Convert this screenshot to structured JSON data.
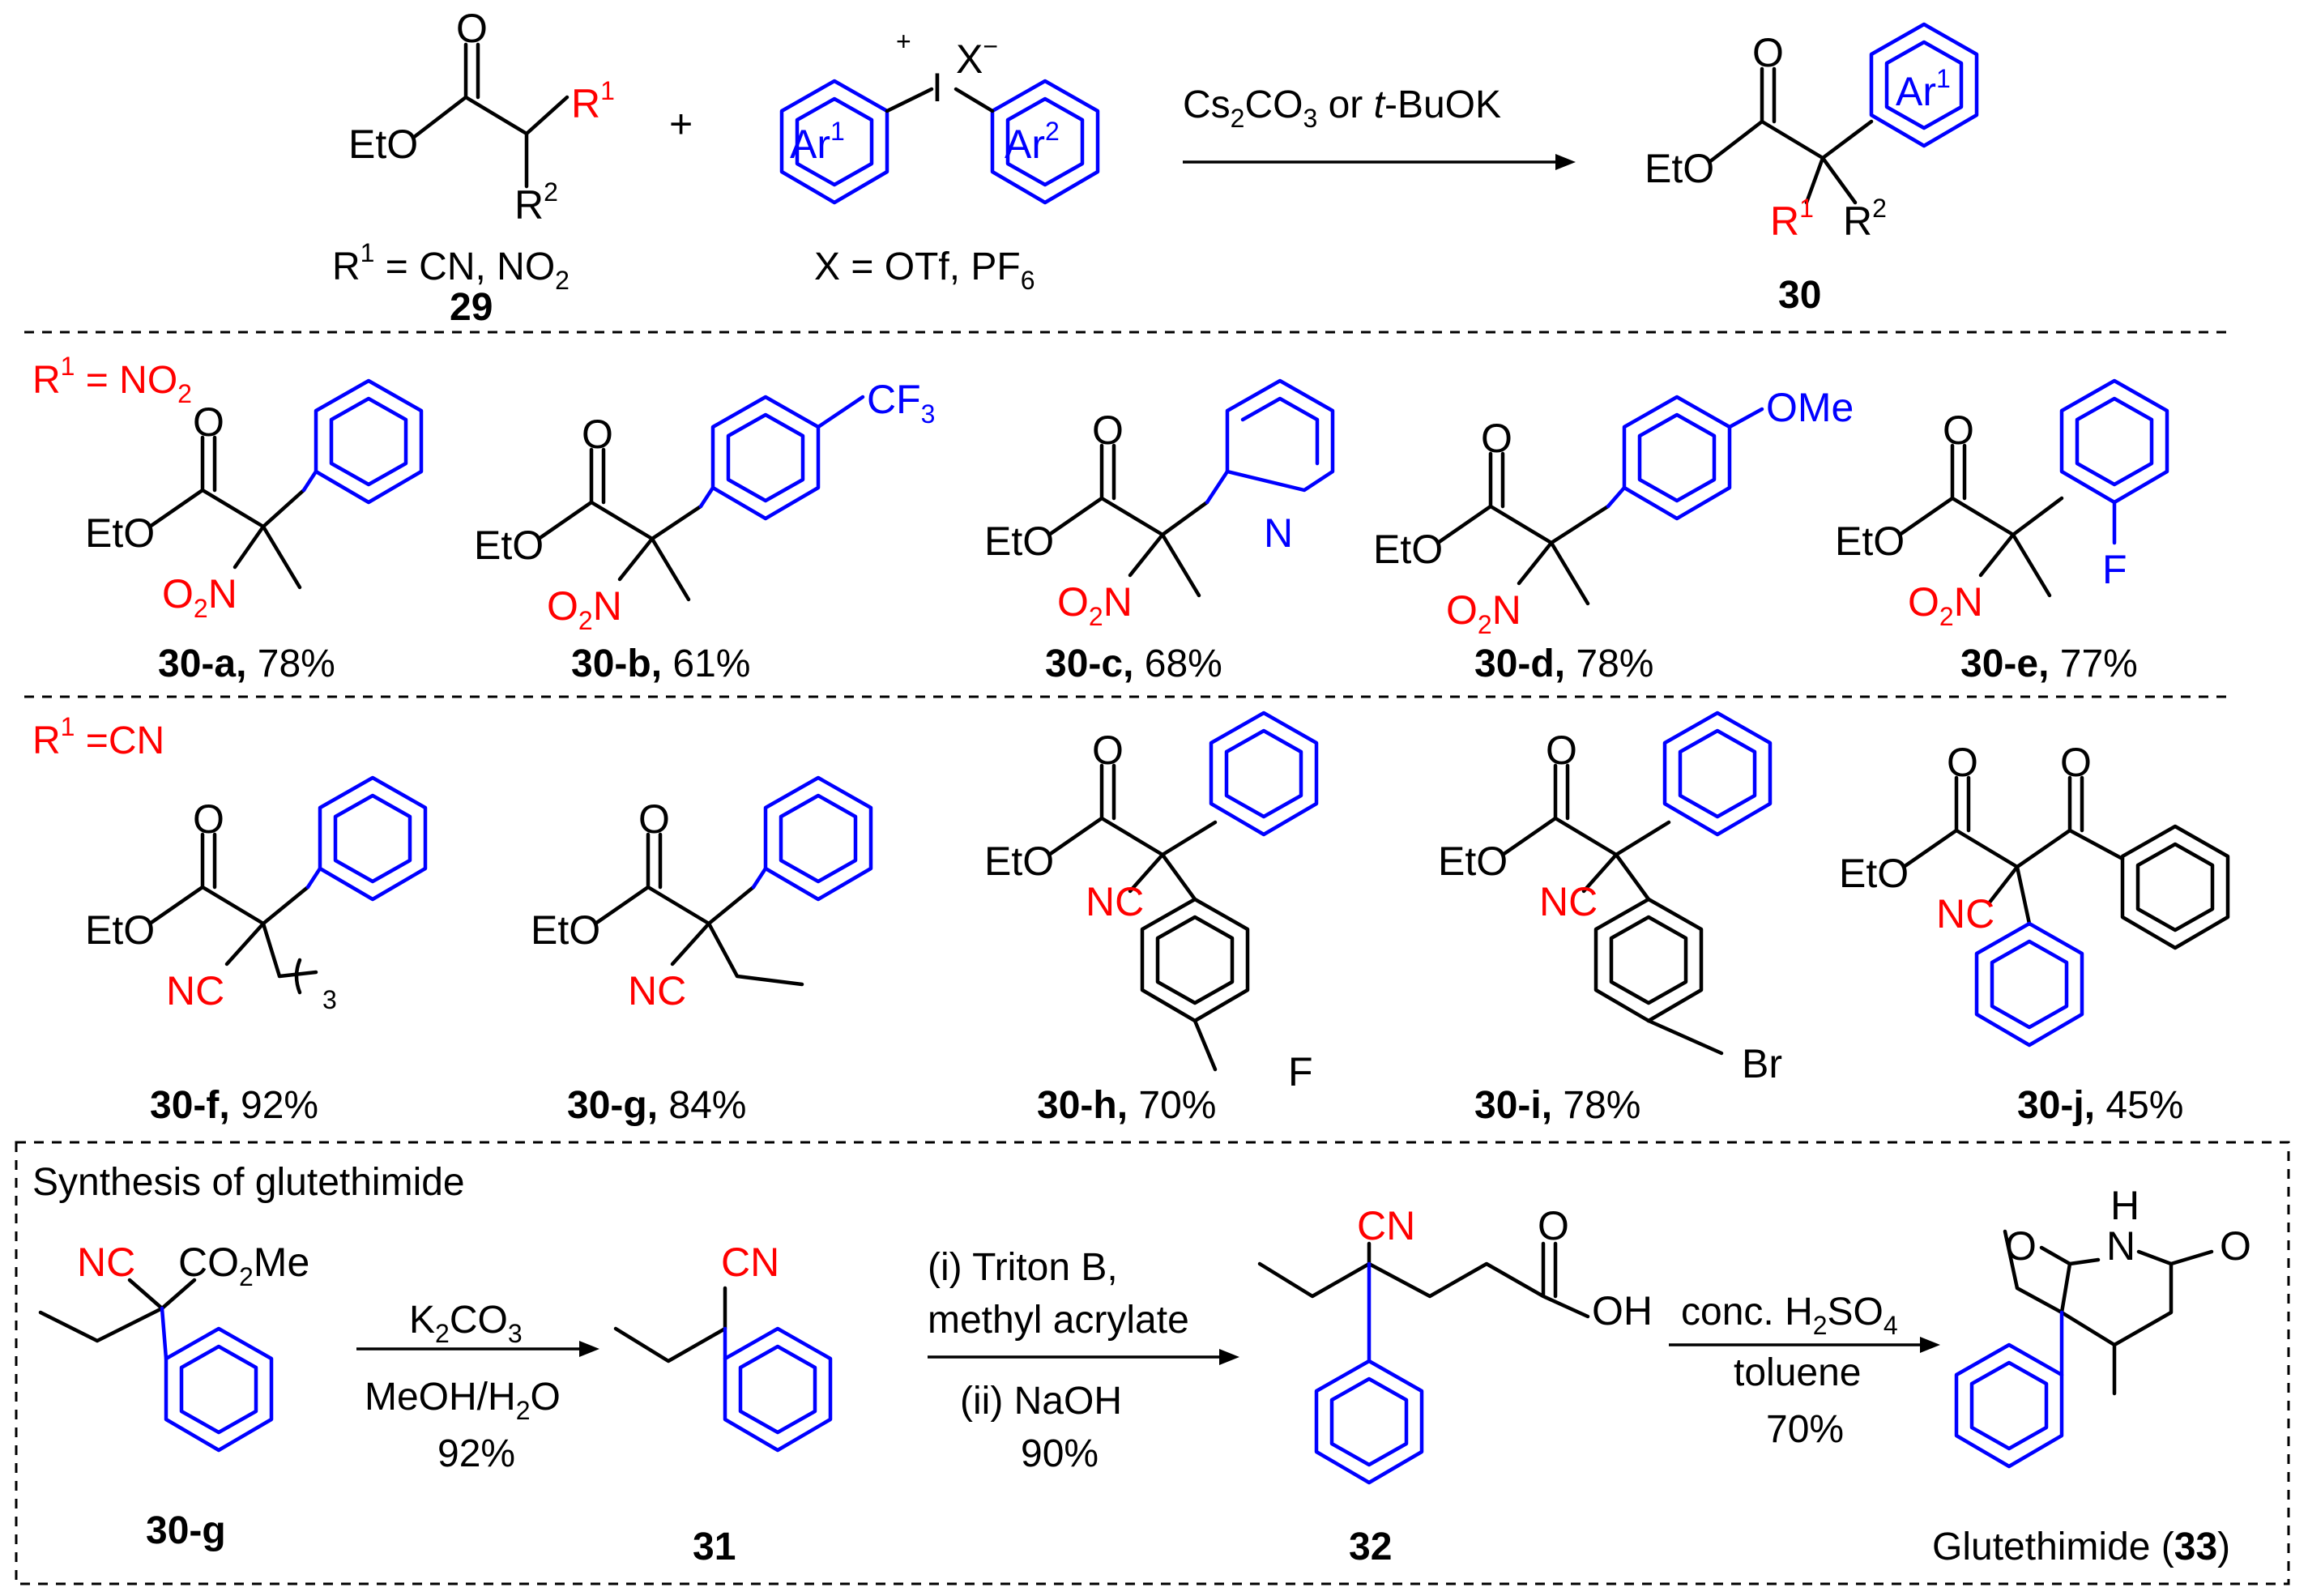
{
  "colors": {
    "substituent": "#ff0000",
    "aryl": "#0000ff",
    "default": "#000000"
  },
  "general": {
    "reagent_ester": {
      "eto": "EtO",
      "o": "O",
      "r1": "R",
      "r1_sup": "1",
      "r2": "R",
      "r2_sup": "2"
    },
    "plus": "+",
    "iodonium": {
      "i": "I",
      "plus": "+",
      "x": "X",
      "minus": "−",
      "ar1": "Ar",
      "ar1_sup": "1",
      "ar2": "Ar",
      "ar2_sup": "2"
    },
    "r1_def": {
      "r": "R",
      "sup": "1",
      "rest": " = CN, NO",
      "sub": "2"
    },
    "compound_29": "29",
    "x_def": {
      "text": "X = OTf, PF",
      "sub": "6"
    },
    "conditions": {
      "a": "Cs",
      "a_sub": "2",
      "b": "CO",
      "b_sub": "3",
      "c": " or ",
      "d": "t",
      "e": "-BuOK"
    },
    "product": {
      "eto": "EtO",
      "o": "O",
      "ar": "Ar",
      "ar_sup": "1",
      "r1": "R",
      "r1_sup": "1",
      "r2": "R",
      "r2_sup": "2"
    },
    "compound_30": "30"
  },
  "nitro_section": {
    "header": {
      "r": "R",
      "sup": "1",
      "eq": " = NO",
      "sub": "2"
    },
    "items": [
      {
        "id": "30-a",
        "yield": " 78%"
      },
      {
        "id": "30-b",
        "yield": " 61%",
        "sub_group": "CF",
        "sub_group_sub": "3"
      },
      {
        "id": "30-c",
        "yield": " 68%",
        "het": "N"
      },
      {
        "id": "30-d",
        "yield": " 78%",
        "sub_group": "OMe"
      },
      {
        "id": "30-e",
        "yield": " 77%",
        "sub_group": "F"
      }
    ],
    "eto": "EtO",
    "o": "O",
    "no2_a": "O",
    "no2_sub": "2",
    "no2_b": "N"
  },
  "cyano_section": {
    "header": {
      "r": "R",
      "sup": "1",
      "eq": " =CN"
    },
    "items": [
      {
        "id": "30-f",
        "yield": " 92%",
        "chain_sub": "3"
      },
      {
        "id": "30-g",
        "yield": " 84%"
      },
      {
        "id": "30-h",
        "yield": " 70%",
        "sub_group": "F"
      },
      {
        "id": "30-i",
        "yield": " 78%",
        "sub_group": "Br"
      },
      {
        "id": "30-j",
        "yield": " 45%"
      }
    ],
    "eto": "EtO",
    "o": "O",
    "nc": "NC"
  },
  "glutethimide": {
    "title": "Synthesis of glutethimide",
    "start": {
      "nc": "NC",
      "co2me_a": "CO",
      "co2me_sub": "2",
      "co2me_b": "Me",
      "label": "30-g"
    },
    "step1": {
      "reagent_a": "K",
      "reagent_sub1": "2",
      "reagent_b": "CO",
      "reagent_sub2": "3",
      "solvent_a": "MeOH/H",
      "solvent_sub": "2",
      "solvent_b": "O",
      "yield": "92%"
    },
    "compound_31": {
      "cn": "CN",
      "label": "31"
    },
    "step2": {
      "line1": "(i) Triton B,",
      "line2": "methyl acrylate",
      "line3": "(ii) NaOH",
      "yield": "90%"
    },
    "compound_32": {
      "cn": "CN",
      "o": "O",
      "oh": "OH",
      "label": "32"
    },
    "step3": {
      "a": "conc. H",
      "sub1": "2",
      "b": "SO",
      "sub2": "4",
      "solvent": "toluene",
      "yield": "70%"
    },
    "product": {
      "o1": "O",
      "nh_h": "H",
      "nh_n": "N",
      "o2": "O",
      "name": "Glutethimide (",
      "num": "33",
      "close": ")"
    }
  }
}
